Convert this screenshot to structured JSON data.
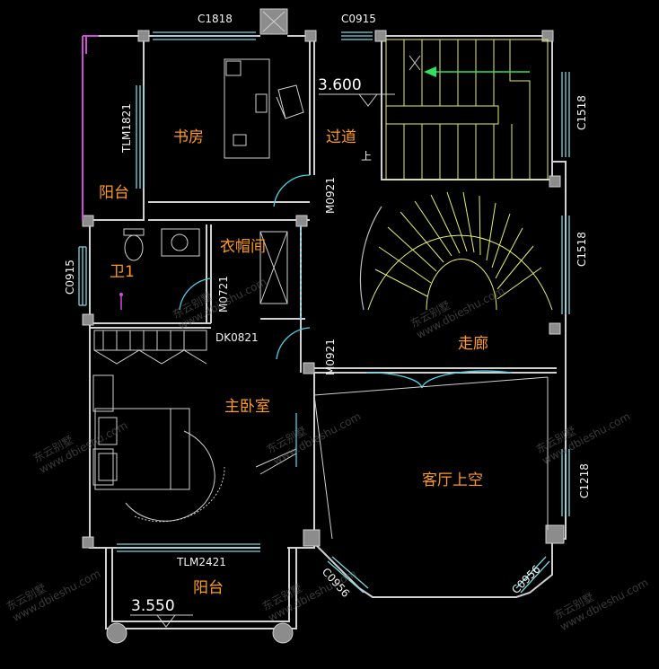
{
  "rooms": {
    "study": "书房",
    "corridor": "过道",
    "balcony_top": "阳台",
    "bath": "卫1",
    "closet": "衣帽间",
    "hallway": "走廊",
    "master": "主卧室",
    "void": "客厅上空",
    "balcony_bottom": "阳台"
  },
  "codes": {
    "c1818": "C1818",
    "c0915_top": "C0915",
    "c1518_a": "C1518",
    "c1518_b": "C1518",
    "c1218": "C1218",
    "c0915_left": "C0915",
    "tlm1821": "TLM1821",
    "m0921_a": "M0921",
    "m0921_b": "M0921",
    "m0721": "M0721",
    "dk0821": "DK0821",
    "tlm2421": "TLM2421",
    "c0956_a": "C0956",
    "c0956_b": "C0956",
    "up": "上"
  },
  "levels": {
    "upper": "3.600",
    "lower": "3.550"
  },
  "watermark": {
    "brand": "东云别墅",
    "url": "www.dbieshu.com"
  }
}
